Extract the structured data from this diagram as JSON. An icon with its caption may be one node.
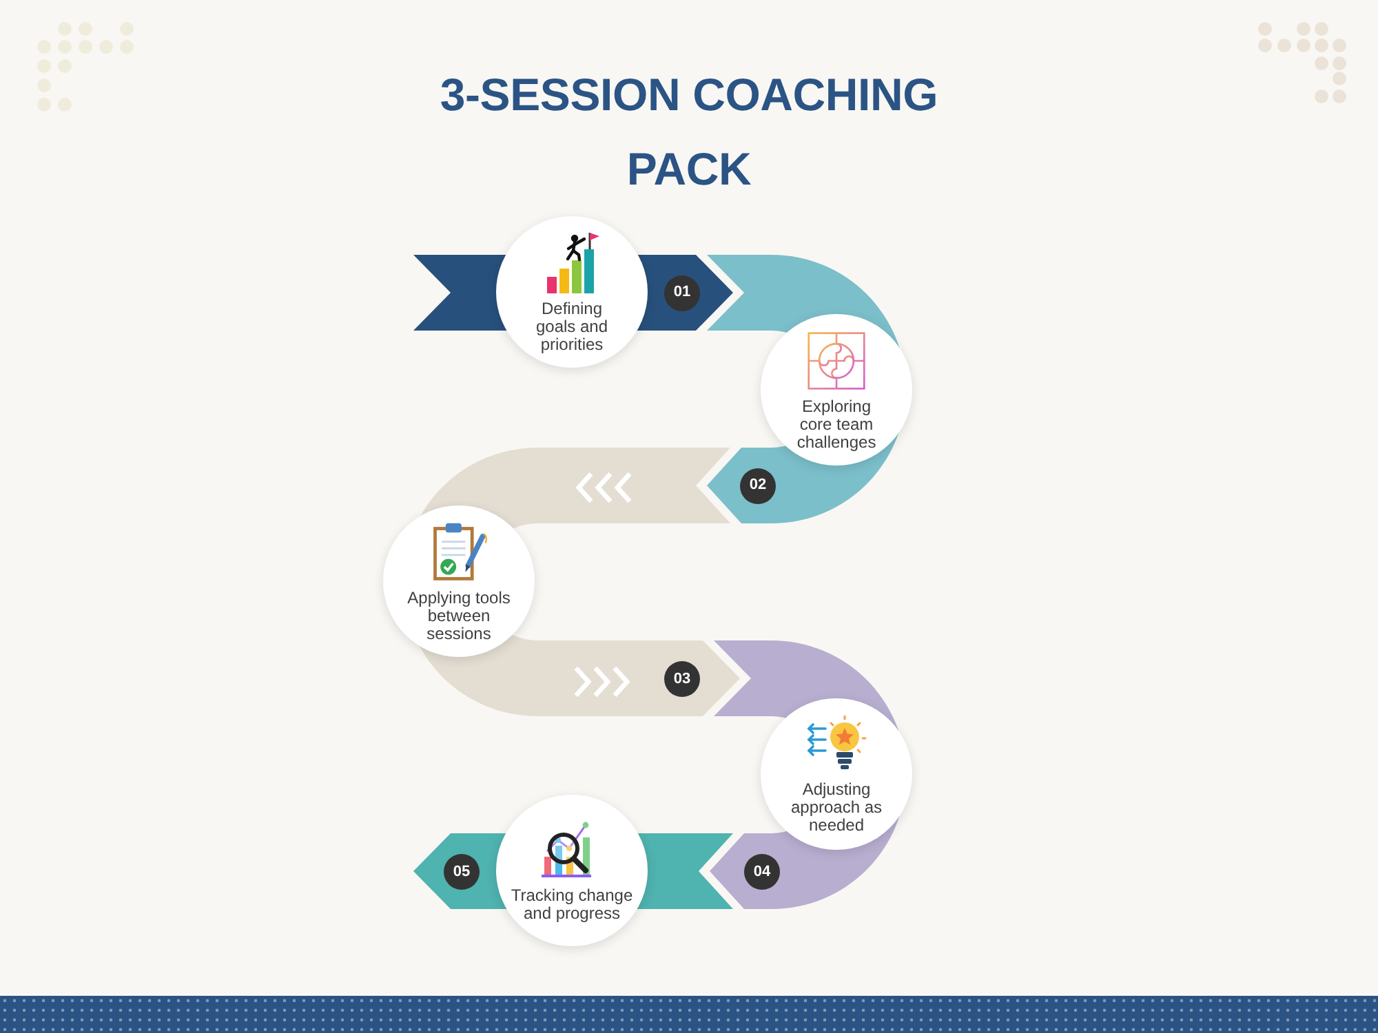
{
  "diagram": {
    "title": "3-SESSION COACHING PACK",
    "nodes": [
      {
        "text": [
          "Defining goals and priorities"
        ]
      },
      {
        "text": [
          "01"
        ]
      },
      {
        "text": [
          "Exploring core team challenges"
        ]
      },
      {
        "text": [
          "02"
        ]
      },
      {
        "text": [
          "Applying tools between sessions"
        ]
      },
      {
        "text": [
          "03"
        ]
      },
      {
        "text": [
          "Adjusting approach as needed"
        ]
      },
      {
        "text": [
          "04"
        ]
      },
      {
        "text": [
          "Tracking change and progress"
        ]
      },
      {
        "text": [
          "05"
        ]
      }
    ]
  }
}
